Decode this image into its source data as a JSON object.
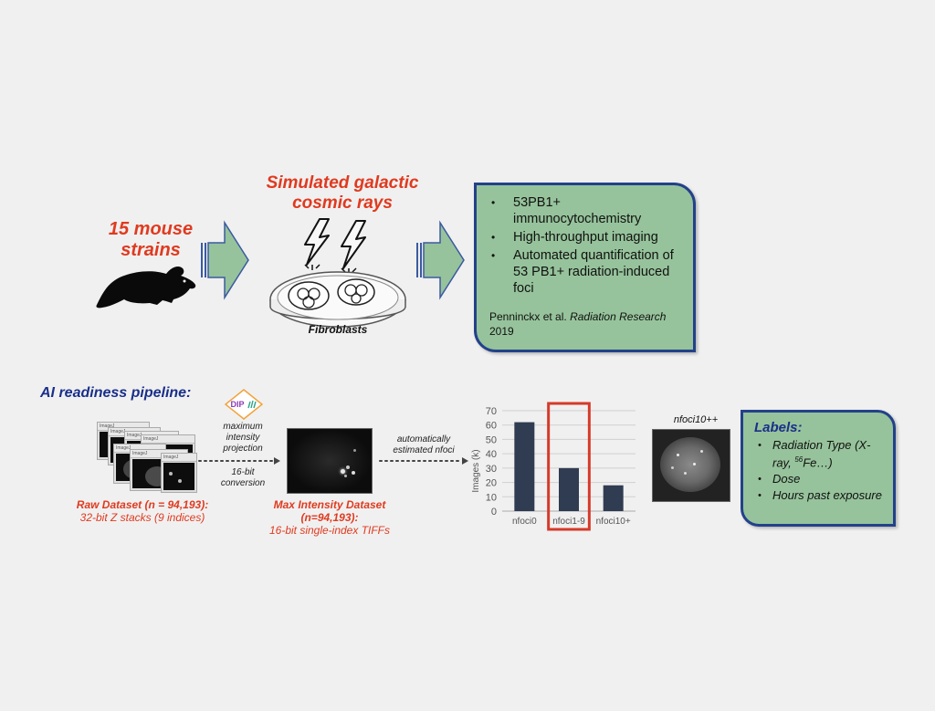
{
  "mouse_strains": {
    "label": "15 mouse\nstrains"
  },
  "gcr": {
    "label": "Simulated galactic\ncosmic rays",
    "dish_label": "Fibroblasts"
  },
  "methods_box": {
    "items": [
      "53PB1+ immunocytochemistry",
      "High-throughput imaging",
      "Automated quantification of 53 PB1+ radiation-induced foci"
    ],
    "citation_authors": "Penninckx et al.",
    "citation_journal": "Radiation Research",
    "citation_year": "2019"
  },
  "pipeline": {
    "title": "AI readiness pipeline:",
    "dip_logo": "DIP",
    "step1_text": "maximum\nintensity\nprojection",
    "step1_sub": "16-bit\nconversion",
    "step2_text": "automatically\nestimated nfoci",
    "raw_dataset": {
      "title": "Raw Dataset (n = 94,193):",
      "subtitle": "32-bit Z stacks (9 indices)"
    },
    "max_dataset": {
      "title": "Max Intensity Dataset\n(n=94,193):",
      "subtitle": "16-bit single-index TIFFs"
    },
    "example_label": "nfoci10++"
  },
  "labels_box": {
    "title": "Labels:",
    "items": [
      {
        "pre": "Radiation Type (X-ray, ",
        "sup": "56",
        "post": "Fe…)"
      },
      {
        "pre": "Dose",
        "sup": "",
        "post": ""
      },
      {
        "pre": "Hours past exposure",
        "sup": "",
        "post": ""
      }
    ]
  },
  "colors": {
    "title_red": "#e03a1f",
    "navy": "#1a2f8a",
    "box_green": "#96c39b",
    "bar": "#2f3c52",
    "highlight": "#d63a2a"
  },
  "chart_data": {
    "type": "bar",
    "categories": [
      "nfoci0",
      "nfoci1-9",
      "nfoci10+"
    ],
    "values": [
      62,
      30,
      18
    ],
    "ylabel": "Images (k)",
    "xlabel": "",
    "ylim": [
      0,
      70
    ],
    "yticks": [
      0,
      10,
      20,
      30,
      40,
      50,
      60,
      70
    ],
    "grid": true,
    "highlight_category": "nfoci1-9"
  }
}
